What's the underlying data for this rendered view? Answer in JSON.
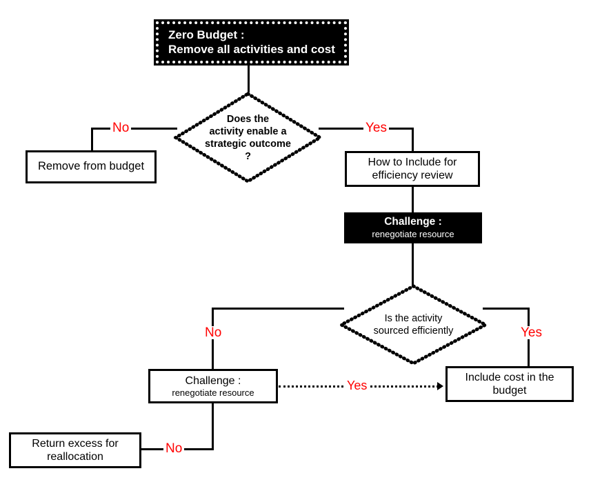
{
  "diagram": {
    "title": "Zero Budget decision flowchart",
    "colors": {
      "accent": "#ff0000",
      "node_fill": "#000000",
      "background": "#ffffff",
      "stroke": "#000000"
    }
  },
  "nodes": {
    "zero_budget": {
      "line1": "Zero Budget :",
      "line2": "Remove all activities and cost"
    },
    "decision_strategic": {
      "line1": "Does the",
      "line2": "activity enable a",
      "line3": "strategic outcome",
      "line4": "?"
    },
    "remove_from_budget": {
      "line1": "Remove from budget"
    },
    "how_to_include": {
      "line1": "How to Include for",
      "line2": "efficiency review"
    },
    "challenge_black": {
      "line1": "Challenge :",
      "line2": "renegotiate resource"
    },
    "decision_sourced": {
      "line1": "Is the activity",
      "line2": "sourced efficiently"
    },
    "challenge_white": {
      "line1": "Challenge :",
      "line2": "renegotiate resource"
    },
    "include_cost": {
      "line1": "Include cost in the",
      "line2": "budget"
    },
    "return_excess": {
      "line1": "Return excess for",
      "line2": "reallocation"
    }
  },
  "edges": {
    "strategic_no": "No",
    "strategic_yes": "Yes",
    "sourced_no": "No",
    "sourced_yes": "Yes",
    "challenge_yes": "Yes",
    "challenge_no": "No"
  }
}
